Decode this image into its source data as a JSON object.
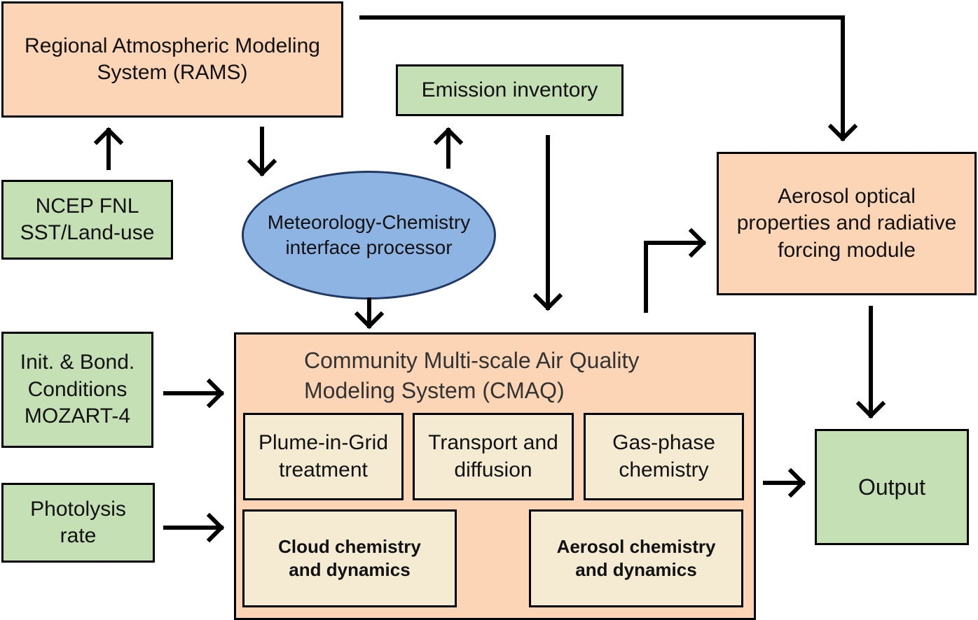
{
  "nodes": {
    "rams": "Regional Atmospheric Modeling\nSystem (RAMS)",
    "emission": "Emission inventory",
    "ncep": "NCEP FNL\nSST/Land-use",
    "mcip": "Meteorology-Chemistry\ninterface processor",
    "aerosol_optical": "Aerosol optical\nproperties and radiative\nforcing module",
    "init_bond": "Init. & Bond.\nConditions\nMOZART-4",
    "photolysis": "Photolysis\nrate",
    "output": "Output",
    "cmaq_title": "Community Multi-scale Air Quality\nModeling System (CMAQ)",
    "plume": "Plume-in-Grid\ntreatment",
    "transport": "Transport and\ndiffusion",
    "gas_phase": "Gas-phase\nchemistry",
    "cloud": "Cloud chemistry\nand dynamics",
    "aerosol_chem": "Aerosol chemistry\nand dynamics"
  },
  "colors": {
    "orange_fill": "#fbd5b5",
    "green_fill": "#c5e0b4",
    "cream_fill": "#f4ebd2",
    "ellipse_fill": "#8eb4e3",
    "stroke": "#000000"
  }
}
